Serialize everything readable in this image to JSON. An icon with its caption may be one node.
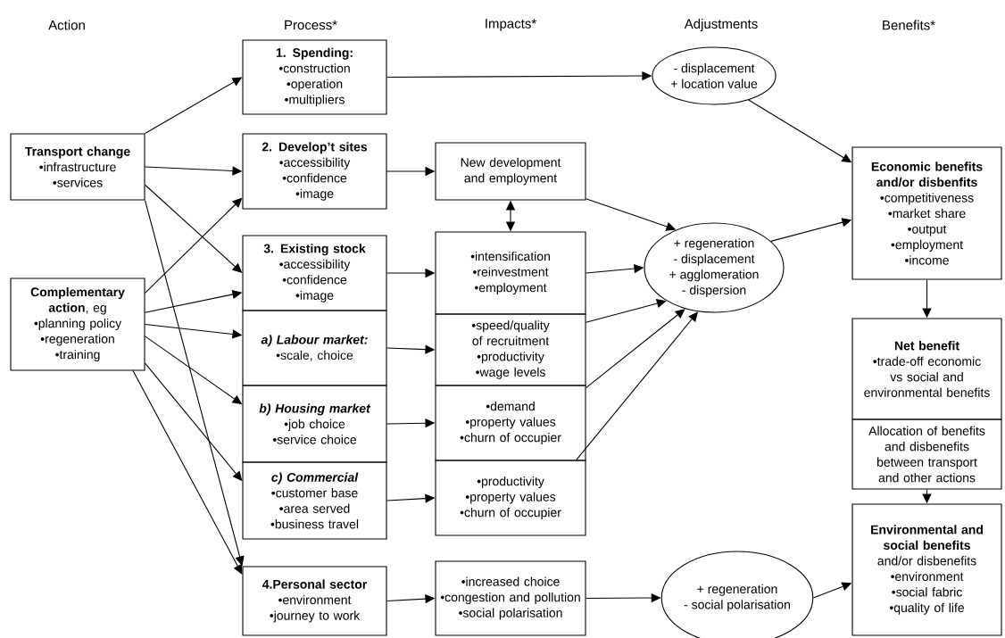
{
  "diagram": {
    "nodes": [
      {
        "text": [
          "Transport change",
          "•infrastructure",
          "•services"
        ]
      },
      {
        "text": [
          "**Complementary action**, eg",
          "•planning policy",
          "•regeneration",
          "•training"
        ]
      },
      {
        "text": [
          "1. Spending:",
          "•construction",
          "•operation",
          "•multipliers"
        ]
      },
      {
        "text": [
          "2. Develop’t sites",
          "•accessibility",
          "•confidence",
          "•image"
        ]
      },
      {
        "text": [
          "3. Existing stock",
          "•accessibility",
          "•confidence",
          "•image"
        ]
      },
      {
        "text": [
          "a) Labour market:",
          "•scale, choice"
        ]
      },
      {
        "text": [
          "b) Housing market",
          "•job choice",
          "•service choice"
        ]
      },
      {
        "text": [
          "c) Commercial",
          "•customer base",
          "•area served",
          "•business travel"
        ]
      },
      {
        "text": [
          "4.Personal sector",
          "•environment",
          "•journey to work"
        ]
      },
      {
        "text": [
          "New development and employment"
        ]
      },
      {
        "text": [
          "•intensification",
          "•reinvestment",
          "•employment"
        ]
      },
      {
        "text": [
          "•speed/quality of recruitment",
          "•productivity",
          "•wage levels"
        ]
      },
      {
        "text": [
          "•demand",
          "•property values",
          "•churn of occupier"
        ]
      },
      {
        "text": [
          "•productivity",
          "•property values",
          "•churn of occupier"
        ]
      },
      {
        "text": [
          "•increased choice",
          "•congestion and pollution",
          "•social polarisation"
        ]
      },
      {
        "text": [
          "- displacement",
          "+ location value"
        ]
      },
      {
        "text": [
          "+ regeneration",
          "- displacement",
          "+ agglomeration",
          "- dispersion"
        ]
      },
      {
        "text": [
          "+ regeneration",
          "- social polarisation"
        ]
      },
      {
        "text": [
          "Economic benefits and/or disbenfits",
          "•competitiveness",
          "•market share",
          "•output",
          "•employment",
          "•income"
        ]
      },
      {
        "text": [
          "Net benefit",
          "•trade-off economic vs social and environmental benefits"
        ]
      },
      {
        "text": [
          "Allocation of benefits and disbenefits between transport and other actions"
        ]
      },
      {
        "text": [
          "Environmental and social benefits",
          "and/or disbenefits",
          "•environment",
          "•social fabric",
          "•quality of life"
        ]
      }
    ],
    "edges": [
      {
        "from": 0,
        "to": 2,
        "arrow": "to"
      },
      {
        "from": 0,
        "to": 3,
        "arrow": "to"
      },
      {
        "from": 0,
        "to": 4,
        "arrow": "to"
      },
      {
        "from": 0,
        "to": 8,
        "arrow": "to"
      },
      {
        "from": 1,
        "to": 3,
        "arrow": "to"
      },
      {
        "from": 1,
        "to": 4,
        "arrow": "to"
      },
      {
        "from": 1,
        "to": 5,
        "arrow": "to"
      },
      {
        "from": 1,
        "to": 6,
        "arrow": "to"
      },
      {
        "from": 1,
        "to": 7,
        "arrow": "to"
      },
      {
        "from": 1,
        "to": 8,
        "arrow": "to"
      },
      {
        "from": 2,
        "to": 15,
        "arrow": "to"
      },
      {
        "from": 3,
        "to": 9,
        "arrow": "to"
      },
      {
        "from": 4,
        "to": 10,
        "arrow": "to"
      },
      {
        "from": 5,
        "to": 11,
        "arrow": "to"
      },
      {
        "from": 6,
        "to": 12,
        "arrow": "to"
      },
      {
        "from": 7,
        "to": 13,
        "arrow": "to"
      },
      {
        "from": 8,
        "to": 14,
        "arrow": "to"
      },
      {
        "from": 9,
        "to": 10,
        "arrow": "both"
      },
      {
        "from": 9,
        "to": 16,
        "arrow": "to"
      },
      {
        "from": 10,
        "to": 16,
        "arrow": "to"
      },
      {
        "from": 11,
        "to": 16,
        "arrow": "to"
      },
      {
        "from": 12,
        "to": 16,
        "arrow": "to"
      },
      {
        "from": 13,
        "to": 16,
        "arrow": "to"
      },
      {
        "from": 14,
        "to": 17,
        "arrow": "to"
      },
      {
        "from": 17,
        "to": 21,
        "arrow": "to"
      },
      {
        "from": 15,
        "to": 18,
        "arrow": "to"
      },
      {
        "from": 16,
        "to": 18,
        "arrow": "to"
      },
      {
        "from": 18,
        "to": 19,
        "arrow": "to"
      },
      {
        "from": 20,
        "to": 21,
        "arrow": "to"
      }
    ],
    "labels": [
      "Action",
      "Process*",
      "Impacts*",
      "Adjustments",
      "Benefits*"
    ]
  }
}
